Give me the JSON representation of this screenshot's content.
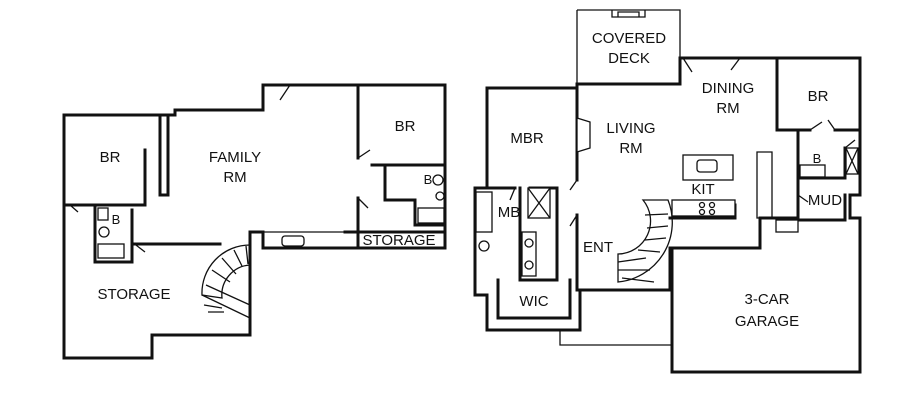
{
  "lower_level": {
    "br_left": "BR",
    "family_rm": [
      "FAMILY",
      "RM"
    ],
    "br_right": "BR",
    "bath_left": "B",
    "bath_right": "B",
    "storage_left": "STORAGE",
    "storage_right": "STORAGE"
  },
  "main_level": {
    "covered_deck": [
      "COVERED",
      "DECK"
    ],
    "dining_rm": [
      "DINING",
      "RM"
    ],
    "br": "BR",
    "mbr": "MBR",
    "living_rm": [
      "LIVING",
      "RM"
    ],
    "bath": "B",
    "kit": "KIT",
    "mb": "MB",
    "mud": "MUD",
    "ent": "ENT",
    "wic": "WIC",
    "garage": [
      "3-CAR",
      "GARAGE"
    ]
  }
}
